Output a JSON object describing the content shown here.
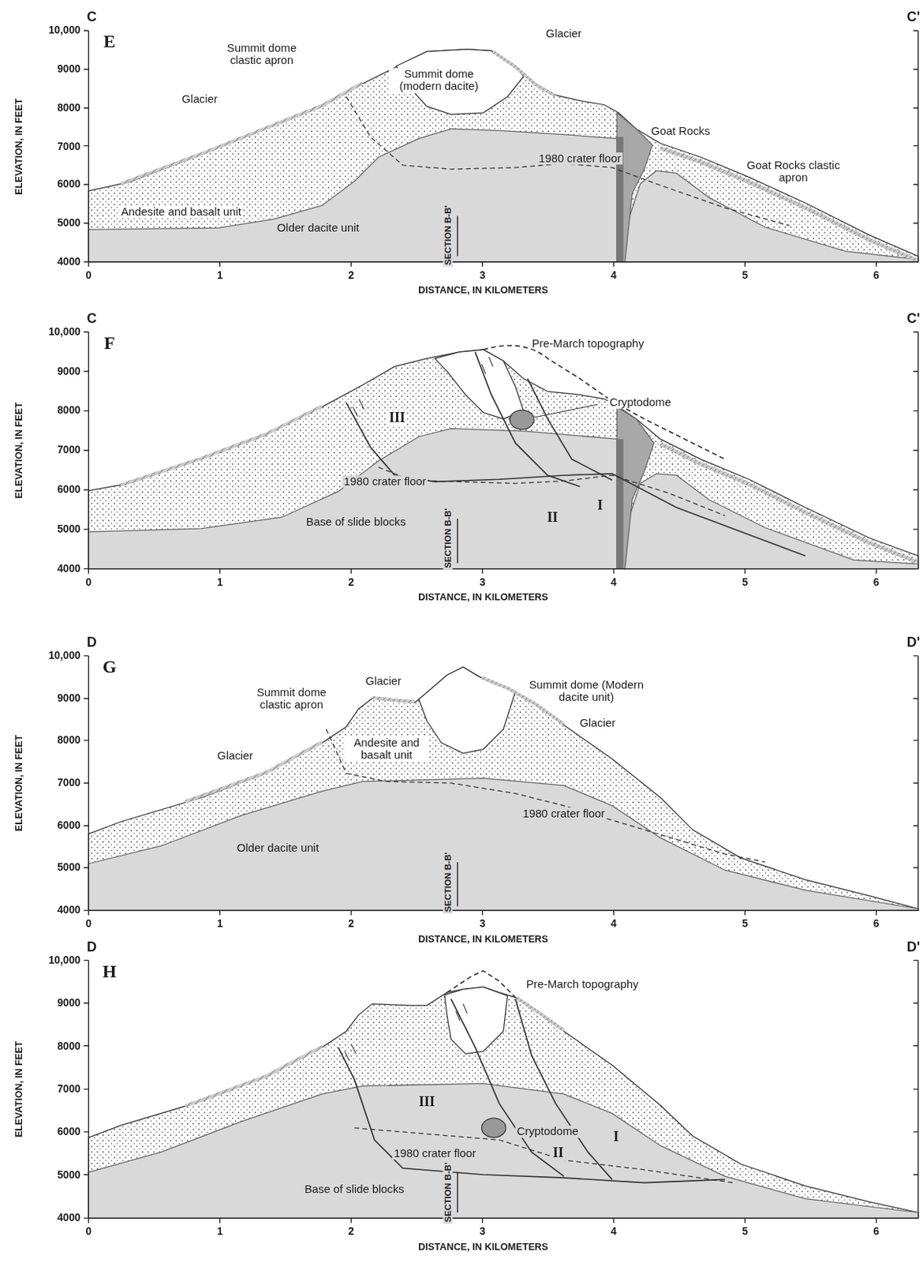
{
  "diagram": {
    "labels": [
      "C",
      "C'",
      "E",
      "10,000",
      "9000",
      "8000",
      "7000",
      "6000",
      "5000",
      "4000",
      "0",
      "1",
      "2",
      "3",
      "4",
      "5",
      "6",
      "ELEVATION, IN FEET",
      "DISTANCE, IN KILOMETERS",
      "Summit dome clastic apron",
      "Glacier",
      "Summit dome (modern dacite)",
      "Glacier",
      "Goat Rocks",
      "Goat Rocks clastic apron",
      "1980 crater floor",
      "Andesite and basalt unit",
      "Older dacite unit",
      "SECTION B-B'",
      "C",
      "C'",
      "F",
      "10,000",
      "9000",
      "8000",
      "7000",
      "6000",
      "5000",
      "4000",
      "0",
      "1",
      "2",
      "3",
      "4",
      "5",
      "6",
      "ELEVATION, IN FEET",
      "DISTANCE, IN KILOMETERS",
      "Pre-March topography",
      "Cryptodome",
      "III",
      "II",
      "I",
      "1980 crater floor",
      "Base of slide blocks",
      "SECTION B-B'",
      "D",
      "D'",
      "G",
      "10,000",
      "9000",
      "8000",
      "7000",
      "6000",
      "5000",
      "4000",
      "0",
      "1",
      "2",
      "3",
      "4",
      "5",
      "6",
      "ELEVATION, IN FEET",
      "DISTANCE, IN KILOMETERS",
      "Summit dome clastic apron",
      "Glacier",
      "Summit dome (Modern dacite unit)",
      "Glacier",
      "Glacier",
      "Andesite and basalt unit",
      "1980 crater floor",
      "Older dacite unit",
      "SECTION B-B'",
      "D",
      "D'",
      "H",
      "10,000",
      "9000",
      "8000",
      "7000",
      "6000",
      "5000",
      "4000",
      "0",
      "1",
      "2",
      "3",
      "4",
      "5",
      "6",
      "ELEVATION, IN FEET",
      "DISTANCE, IN KILOMETERS",
      "Pre-March topography",
      "III",
      "Cryptodome",
      "1980 crater floor",
      "II",
      "I",
      "Base of slide blocks",
      "SECTION B-B'"
    ]
  }
}
